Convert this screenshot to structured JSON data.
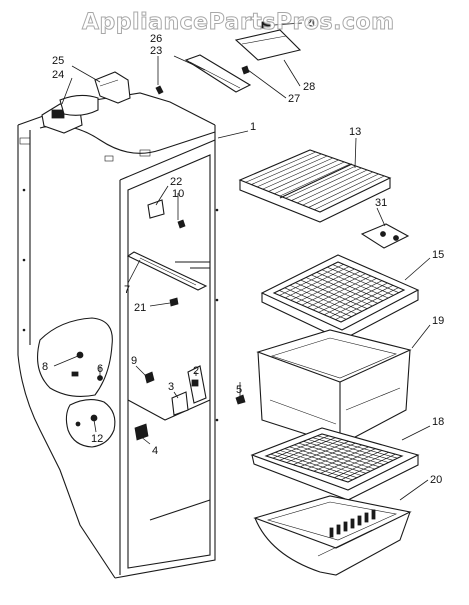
{
  "watermark": "AppliancePartsPros.com",
  "labels": {
    "p1": "1",
    "p2": "2",
    "p3": "3",
    "p4": "4",
    "p5": "5",
    "p6": "6",
    "p7": "7",
    "p8": "8",
    "p9": "9",
    "p10": "10",
    "p12": "12",
    "p13": "13",
    "p15": "15",
    "p18": "18",
    "p19": "19",
    "p20a": "20",
    "p20b": "20",
    "p21": "21",
    "p22": "22",
    "p23": "23",
    "p24": "24",
    "p25": "25",
    "p26": "26",
    "p27": "27",
    "p28": "28",
    "p31": "31"
  }
}
